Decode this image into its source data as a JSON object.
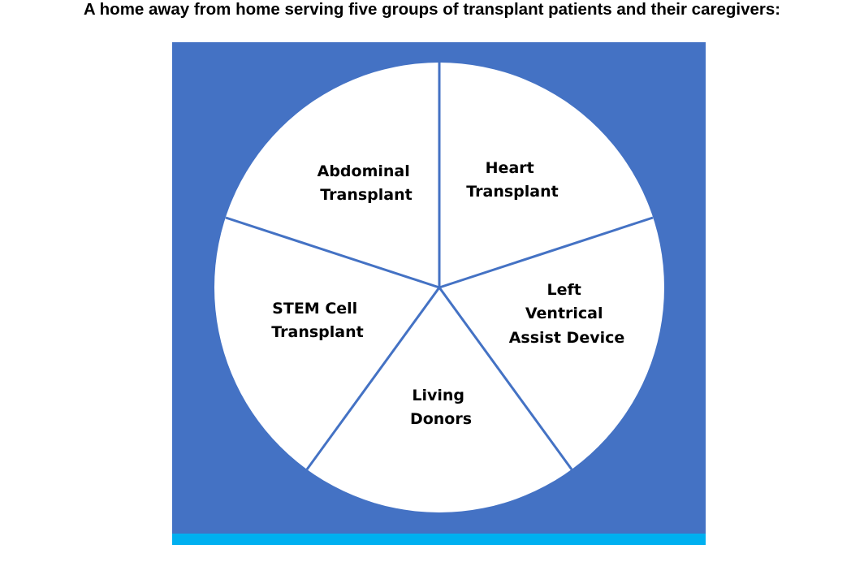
{
  "headline": "A home away from home serving five groups of transplant patients and their caregivers:",
  "colors": {
    "panel": "#4472c4",
    "accent_bar": "#00b0f0",
    "circle_fill": "#ffffff",
    "divider": "#4472c4"
  },
  "segments": [
    {
      "lines": [
        "Abdominal",
        "Transplant"
      ]
    },
    {
      "lines": [
        "Heart",
        "Transplant"
      ]
    },
    {
      "lines": [
        "Left",
        "Ventrical",
        "Assist Device"
      ]
    },
    {
      "lines": [
        "Living",
        "Donors"
      ]
    },
    {
      "lines": [
        "STEM Cell",
        "Transplant"
      ]
    }
  ]
}
